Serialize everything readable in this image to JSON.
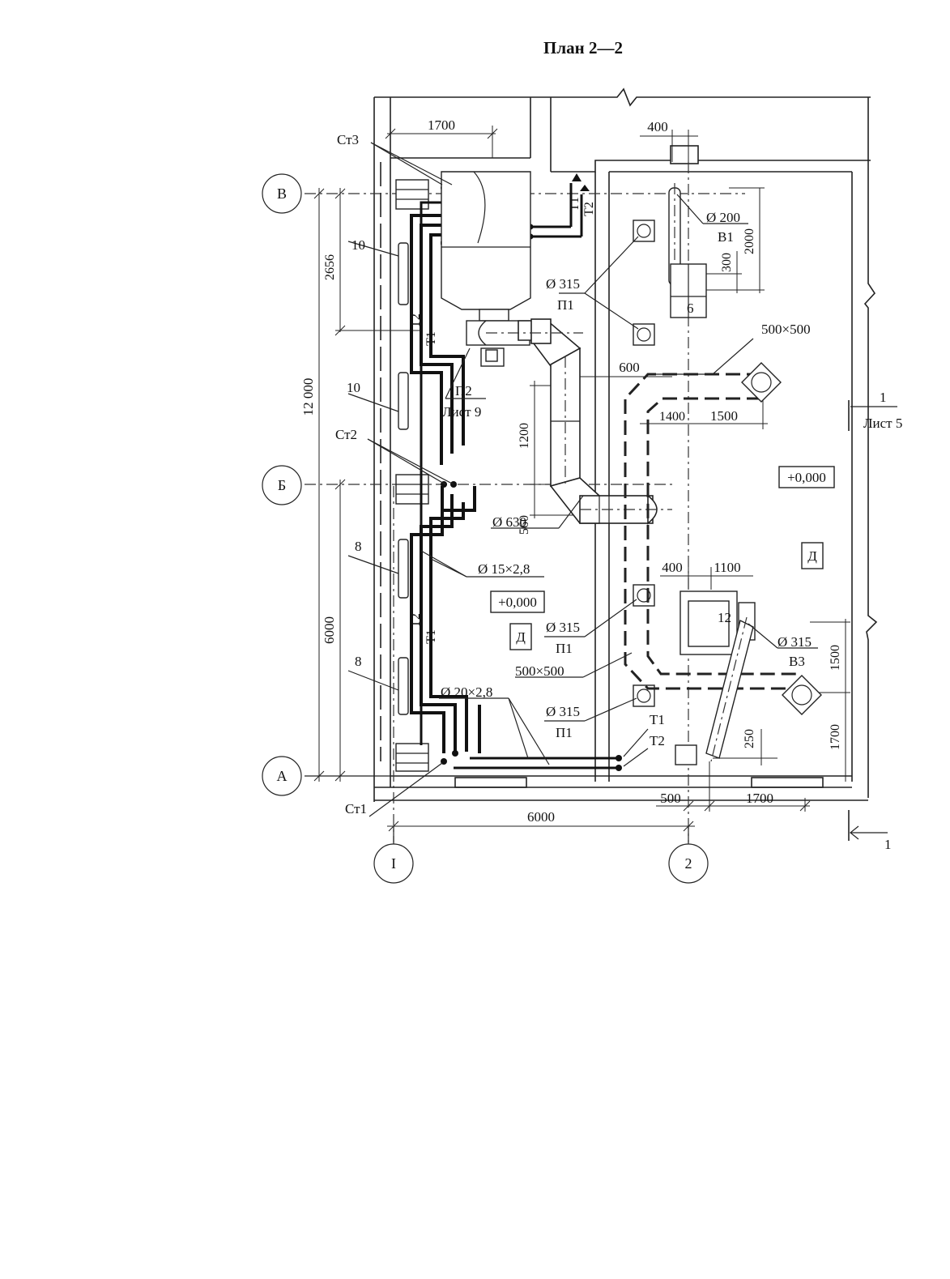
{
  "title": "План 2—2",
  "axes": {
    "v": "В",
    "b": "Б",
    "a": "А",
    "one": "I",
    "two": "2"
  },
  "dimensions": {
    "d1700_top": "1700",
    "d400_top": "400",
    "d2656": "2656",
    "d12000": "12 000",
    "d6000_left": "6000",
    "d6000_bottom": "6000",
    "d2000": "2000",
    "d300": "300",
    "d600": "600",
    "d1200": "1200",
    "d560": "560",
    "d1400": "1400",
    "d1500_a": "1500",
    "d400_mid": "400",
    "d1100": "1100",
    "d1500_b": "1500",
    "d1700_right": "1700",
    "d250": "250",
    "d500": "500",
    "d1700_bottom": "1700"
  },
  "labels": {
    "st1": "Ст1",
    "st2": "Ст2",
    "st3": "Ст3",
    "n10a": "10",
    "n10b": "10",
    "n8a": "8",
    "n8b": "8",
    "t1_top": "Т1",
    "t2_top": "Т2",
    "t2_left1": "Т2",
    "t1_left1": "Т1",
    "t2_left2": "Т2",
    "t1_left2": "Т1",
    "t1_bottom": "Т1",
    "t2_bottom": "Т2",
    "d200": "Ø 200",
    "v1": "В1",
    "eq6": "6",
    "d315_p1_top": "Ø 315",
    "p1_top": "П1",
    "p2": "П2",
    "list9": "Лист 9",
    "d500x500_top": "500×500",
    "section1_top": "1",
    "list5": "Лист 5",
    "level_right": "+0,000",
    "level_left": "+0,000",
    "d_right": "Д",
    "d_left": "Д",
    "d630": "Ø 630",
    "d15x28": "Ø 15×2,8",
    "d315_p1_mid": "Ø 315",
    "p1_mid": "П1",
    "d500x500_bottom": "500×500",
    "eq12": "12",
    "d315_v3": "Ø 315",
    "v3": "В3",
    "d20x28": "Ø 20×2,8",
    "d315_p1_bottom": "Ø 315",
    "p1_bottom": "П1",
    "section1_bottom": "1"
  }
}
